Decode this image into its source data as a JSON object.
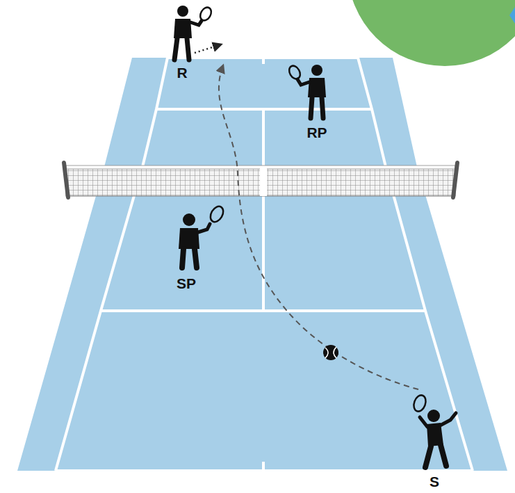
{
  "diagram": {
    "labels": [
      "R",
      "RP",
      "SP",
      "S"
    ]
  }
}
